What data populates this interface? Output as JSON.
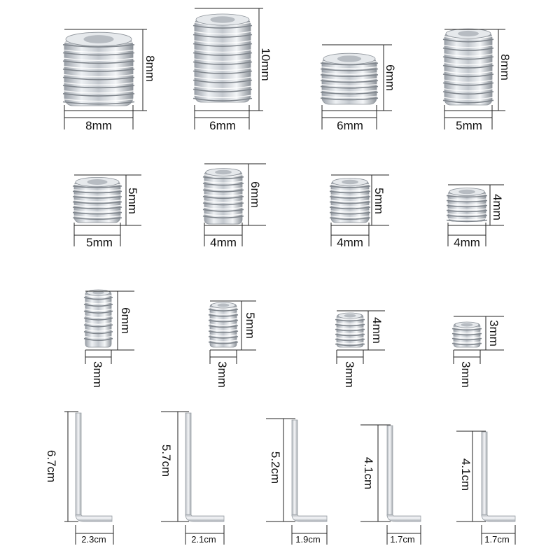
{
  "screws": [
    {
      "height": "8mm",
      "width": "8mm"
    },
    {
      "height": "10mm",
      "width": "6mm"
    },
    {
      "height": "6mm",
      "width": "6mm"
    },
    {
      "height": "8mm",
      "width": "5mm"
    },
    {
      "height": "5mm",
      "width": "5mm"
    },
    {
      "height": "6mm",
      "width": "4mm"
    },
    {
      "height": "5mm",
      "width": "4mm"
    },
    {
      "height": "4mm",
      "width": "4mm"
    },
    {
      "height": "6mm",
      "width": "3mm"
    },
    {
      "height": "5mm",
      "width": "3mm"
    },
    {
      "height": "4mm",
      "width": "3mm"
    },
    {
      "height": "3mm",
      "width": "3mm"
    }
  ],
  "wrenches": [
    {
      "length": "6.7cm",
      "foot": "2.3cm"
    },
    {
      "length": "5.7cm",
      "foot": "2.1cm"
    },
    {
      "length": "5.2cm",
      "foot": "1.9cm"
    },
    {
      "length": "4.1cm",
      "foot": "1.7cm"
    },
    {
      "length": "4.1cm",
      "foot": "1.7cm"
    }
  ]
}
